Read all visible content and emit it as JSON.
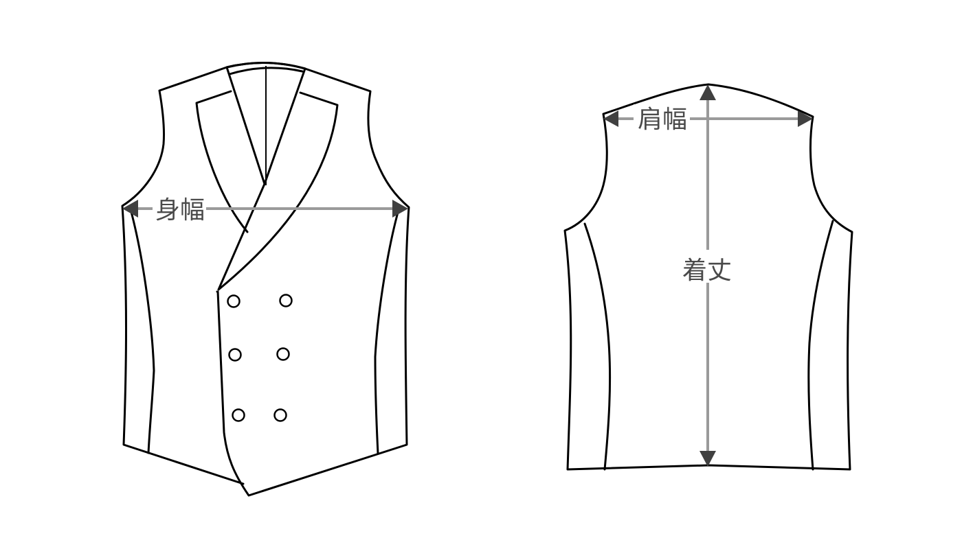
{
  "diagram": {
    "description": "Double-breasted vest measurement guide (front and back views)",
    "colors": {
      "background": "#ffffff",
      "outline": "#000000",
      "measure_line": "#9a9a9a",
      "arrow": "#404040",
      "label_text": "#4a4a4a"
    },
    "front_view": {
      "garment": "double-breasted vest front",
      "buttons": 6,
      "measurements": [
        {
          "key": "body_width",
          "label": "身幅",
          "orientation": "horizontal"
        }
      ]
    },
    "back_view": {
      "garment": "vest back",
      "measurements": [
        {
          "key": "shoulder_width",
          "label": "肩幅",
          "orientation": "horizontal"
        },
        {
          "key": "length",
          "label": "着丈",
          "orientation": "vertical"
        }
      ]
    }
  }
}
